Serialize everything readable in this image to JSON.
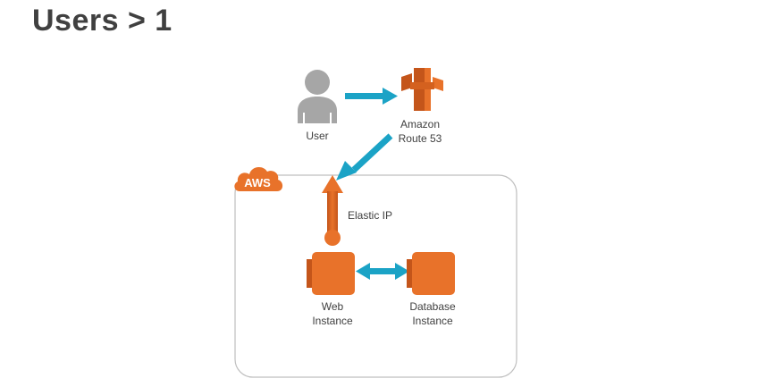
{
  "title": "Users > 1",
  "diagram": {
    "aws_badge": "AWS",
    "nodes": {
      "user": {
        "label": "User"
      },
      "route53": {
        "label_line1": "Amazon",
        "label_line2": "Route 53"
      },
      "elastic_ip": {
        "label": "Elastic IP"
      },
      "web_instance": {
        "label_line1": "Web",
        "label_line2": "Instance"
      },
      "db_instance": {
        "label_line1": "Database",
        "label_line2": "Instance"
      }
    },
    "colors": {
      "aws_orange": "#E8722A",
      "arrow_blue": "#1BA3C6",
      "user_gray": "#A6A6A6",
      "container_border": "#BFBFBF",
      "text": "#404040"
    }
  }
}
